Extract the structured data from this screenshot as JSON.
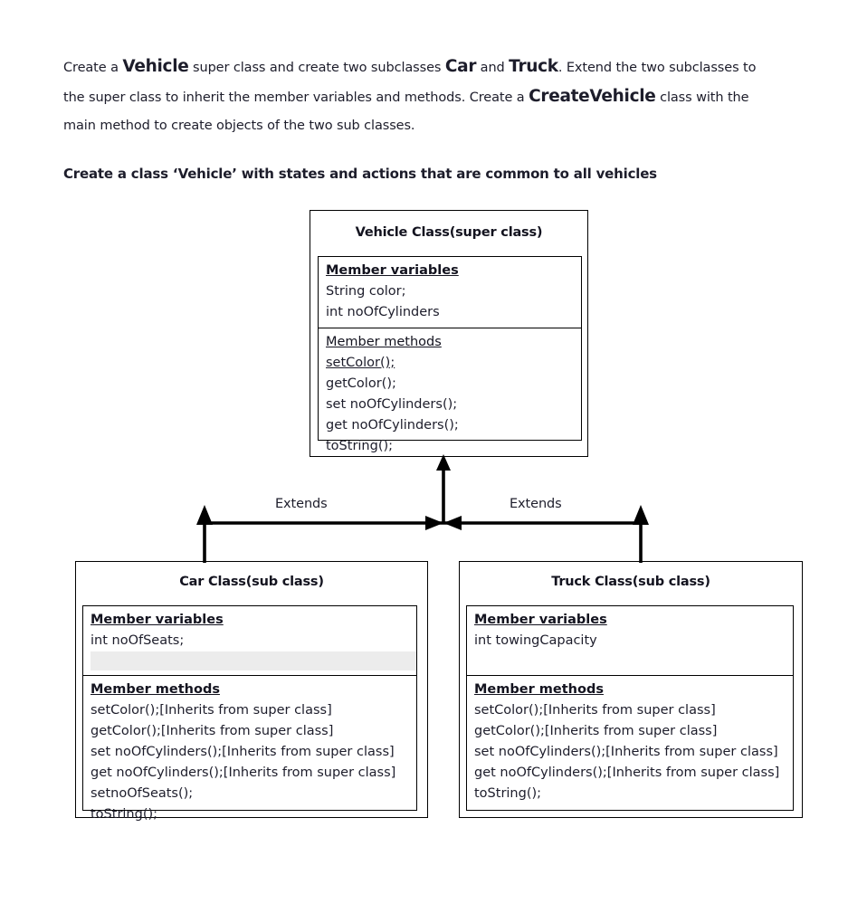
{
  "intro": {
    "paragraph1_segments": [
      {
        "text": "Create a ",
        "emphasis": false
      },
      {
        "text": "Vehicle",
        "emphasis": true
      },
      {
        "text": " super class and create two subclasses ",
        "emphasis": false
      },
      {
        "text": "Car",
        "emphasis": true
      },
      {
        "text": " and ",
        "emphasis": false
      },
      {
        "text": "Truck",
        "emphasis": true
      },
      {
        "text": ". Extend the two subclasses to the super class to inherit the member variables and methods. Create a ",
        "emphasis": false
      },
      {
        "text": "CreateVehicle",
        "emphasis": true
      },
      {
        "text": " class with the main method to create objects of the two sub classes.",
        "emphasis": false
      }
    ],
    "paragraph2": "Create a class ‘Vehicle’ with states and actions that are common to all vehicles"
  },
  "diagram": {
    "type": "uml-class-diagram",
    "relationship_label": "Extends",
    "classes": [
      {
        "id": "vehicle",
        "title": "Vehicle  Class(super class)",
        "role": "super class",
        "compartments": [
          {
            "heading": "Member variables",
            "heading_bold": true,
            "heading_underlined": true,
            "items": [
              {
                "text": "String color;",
                "underlined": false
              },
              {
                "text": "int noOfCylinders",
                "underlined": false
              }
            ]
          },
          {
            "heading": "Member methods",
            "heading_bold": false,
            "heading_underlined": true,
            "items": [
              {
                "text": "setColor();",
                "underlined": true
              },
              {
                "text": "getColor();",
                "underlined": false
              },
              {
                "text": "set noOfCylinders();",
                "underlined": false
              },
              {
                "text": "get noOfCylinders();",
                "underlined": false
              },
              {
                "text": "toString();",
                "underlined": false
              }
            ]
          }
        ]
      },
      {
        "id": "car",
        "title": "Car  Class(sub class)",
        "role": "sub class",
        "compartments": [
          {
            "heading": "Member variables",
            "heading_bold": true,
            "heading_underlined": true,
            "items": [
              {
                "text": "int noOfSeats;",
                "underlined": false
              },
              {
                "text": "",
                "underlined": false,
                "highlight": "#ececec"
              }
            ]
          },
          {
            "heading": "Member methods",
            "heading_bold": true,
            "heading_underlined": true,
            "items": [
              {
                "text": "setColor();[Inherits from super class]",
                "underlined": false
              },
              {
                "text": "getColor();[Inherits from super class]",
                "underlined": false
              },
              {
                "text": "set noOfCylinders();[Inherits from super class]",
                "underlined": false
              },
              {
                "text": "get noOfCylinders();[Inherits from super class]",
                "underlined": false
              },
              {
                "text": "setnoOfSeats();",
                "underlined": false
              },
              {
                "text": "toString();",
                "underlined": false
              }
            ]
          }
        ]
      },
      {
        "id": "truck",
        "title": "Truck  Class(sub class)",
        "role": "sub class",
        "compartments": [
          {
            "heading": "Member variables",
            "heading_bold": true,
            "heading_underlined": true,
            "items": [
              {
                "text": "int towingCapacity",
                "underlined": false
              },
              {
                "text": "",
                "underlined": false
              }
            ]
          },
          {
            "heading": "Member methods",
            "heading_bold": true,
            "heading_underlined": true,
            "items": [
              {
                "text": "setColor();[Inherits from super class]",
                "underlined": false
              },
              {
                "text": "getColor();[Inherits from super class]",
                "underlined": false
              },
              {
                "text": "set noOfCylinders();[Inherits from super class]",
                "underlined": false
              },
              {
                "text": "get noOfCylinders();[Inherits from super class]",
                "underlined": false
              },
              {
                "text": "toString();",
                "underlined": false
              }
            ]
          }
        ]
      }
    ],
    "edges": [
      {
        "from": "car",
        "to": "vehicle",
        "label": "Extends"
      },
      {
        "from": "truck",
        "to": "vehicle",
        "label": "Extends"
      }
    ]
  },
  "colors": {
    "page_background": "#ffffff",
    "text": "#1d1d2b",
    "stroke": "#000000",
    "highlight_row": "#ececec"
  }
}
